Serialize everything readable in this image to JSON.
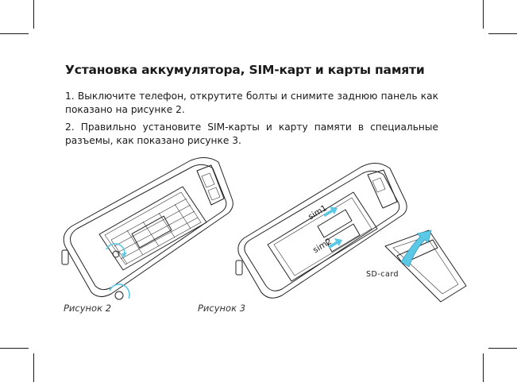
{
  "document": {
    "title": "Установка аккумулятора, SIM-карт и карты памяти",
    "step1": "1. Выключите телефон, открутите болты и снимите заднюю панель  как показано на рисунке 2.",
    "step2": "2.  Правильно  установите  SIM-карты  и  карту  памяти  в  специальные разъемы, как показано рисунке 3."
  },
  "figures": {
    "figure2_caption": "Рисунок 2",
    "figure3_caption": "Рисунок 3",
    "sim1_label": "sim1",
    "sim2_label": "sim2",
    "sd_label": "SD-card"
  },
  "colors": {
    "text": "#1a1a1a",
    "arrow": "#5bc8e6",
    "line": "#222222"
  },
  "icons": {
    "sim_arrow": "right-arrow-icon",
    "sd_arrow": "curved-up-arrow-icon",
    "screw_rotation": "rotate-arrow-icon"
  }
}
